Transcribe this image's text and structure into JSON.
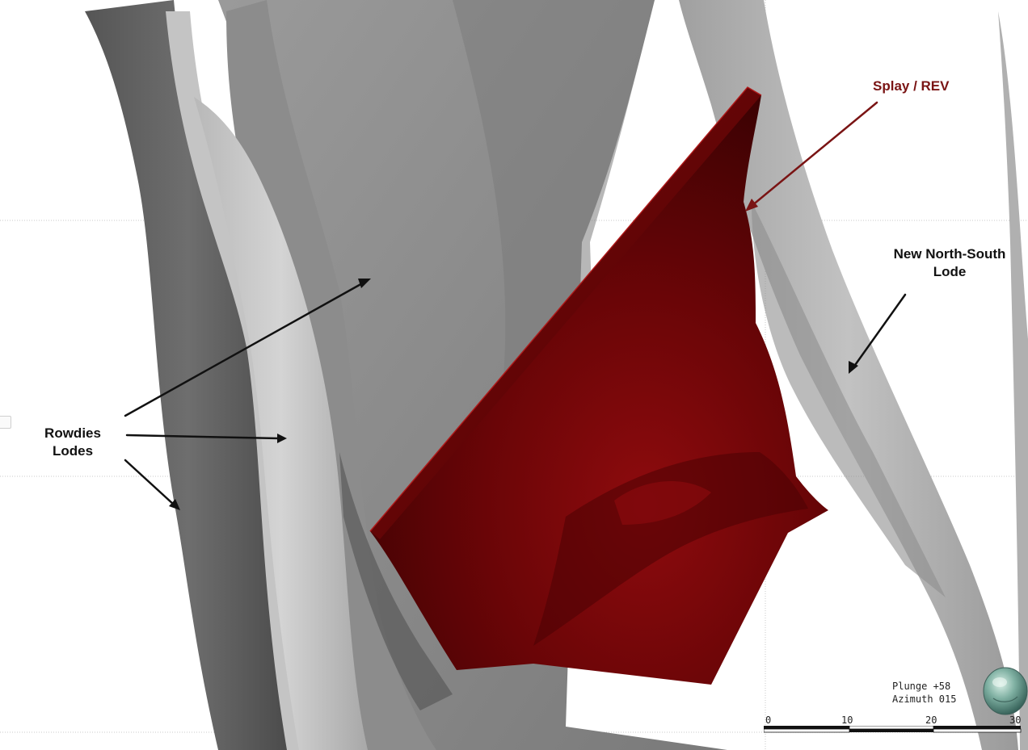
{
  "labels": {
    "splay": "Splay / REV",
    "new_north_south_line1": "New North-South",
    "new_north_south_line2": "Lode",
    "rowdies_line1": "Rowdies",
    "rowdies_line2": "Lodes"
  },
  "orientation": {
    "plunge": "Plunge +58",
    "azimuth": "Azimuth 015"
  },
  "scale": {
    "ticks": [
      "0",
      "10",
      "20",
      "30"
    ]
  },
  "colors": {
    "splay_surface": "#6e0608",
    "splay_label": "#7a1414",
    "lode_surfaces": "#8a8a8a",
    "background": "#ffffff"
  },
  "icons": {
    "compass": "orientation-sphere-icon"
  }
}
